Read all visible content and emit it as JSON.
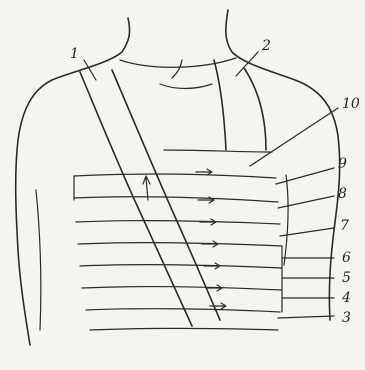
{
  "labels": {
    "l1": "1",
    "l2": "2",
    "l3": "3",
    "l4": "4",
    "l5": "5",
    "l6": "6",
    "l7": "7",
    "l8": "8",
    "l9": "9",
    "l10": "10"
  },
  "colors": {
    "ink": "#2b2b2b",
    "paper": "#f6f4f1"
  }
}
